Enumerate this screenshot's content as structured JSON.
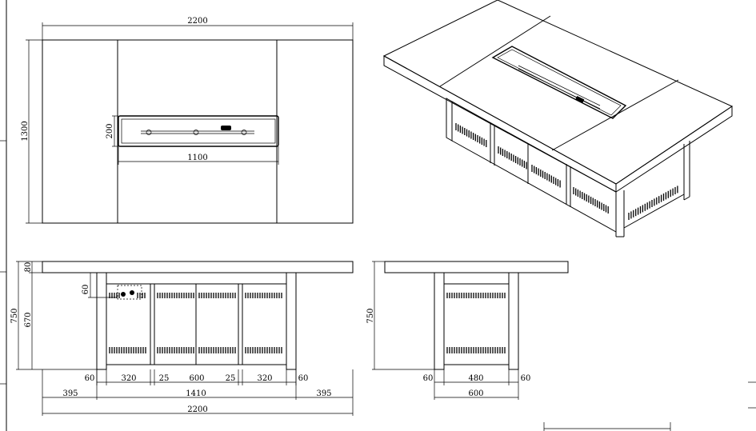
{
  "top_view": {
    "width_label": "2200",
    "depth_label": "1300",
    "burner_depth_label": "200",
    "burner_length_label": "1100"
  },
  "front_view": {
    "top_thickness_label": "80",
    "total_height_label": "750",
    "body_height_label": "670",
    "panel_offset_label": "60",
    "segments": [
      "60",
      "320",
      "25",
      "600",
      "25",
      "320",
      "60"
    ],
    "overhang_left_label": "395",
    "frame_width_label": "1410",
    "overhang_right_label": "395",
    "total_width_label": "2200"
  },
  "side_view": {
    "height_label": "750",
    "segments": [
      "60",
      "480",
      "60"
    ],
    "frame_width_label": "600"
  }
}
